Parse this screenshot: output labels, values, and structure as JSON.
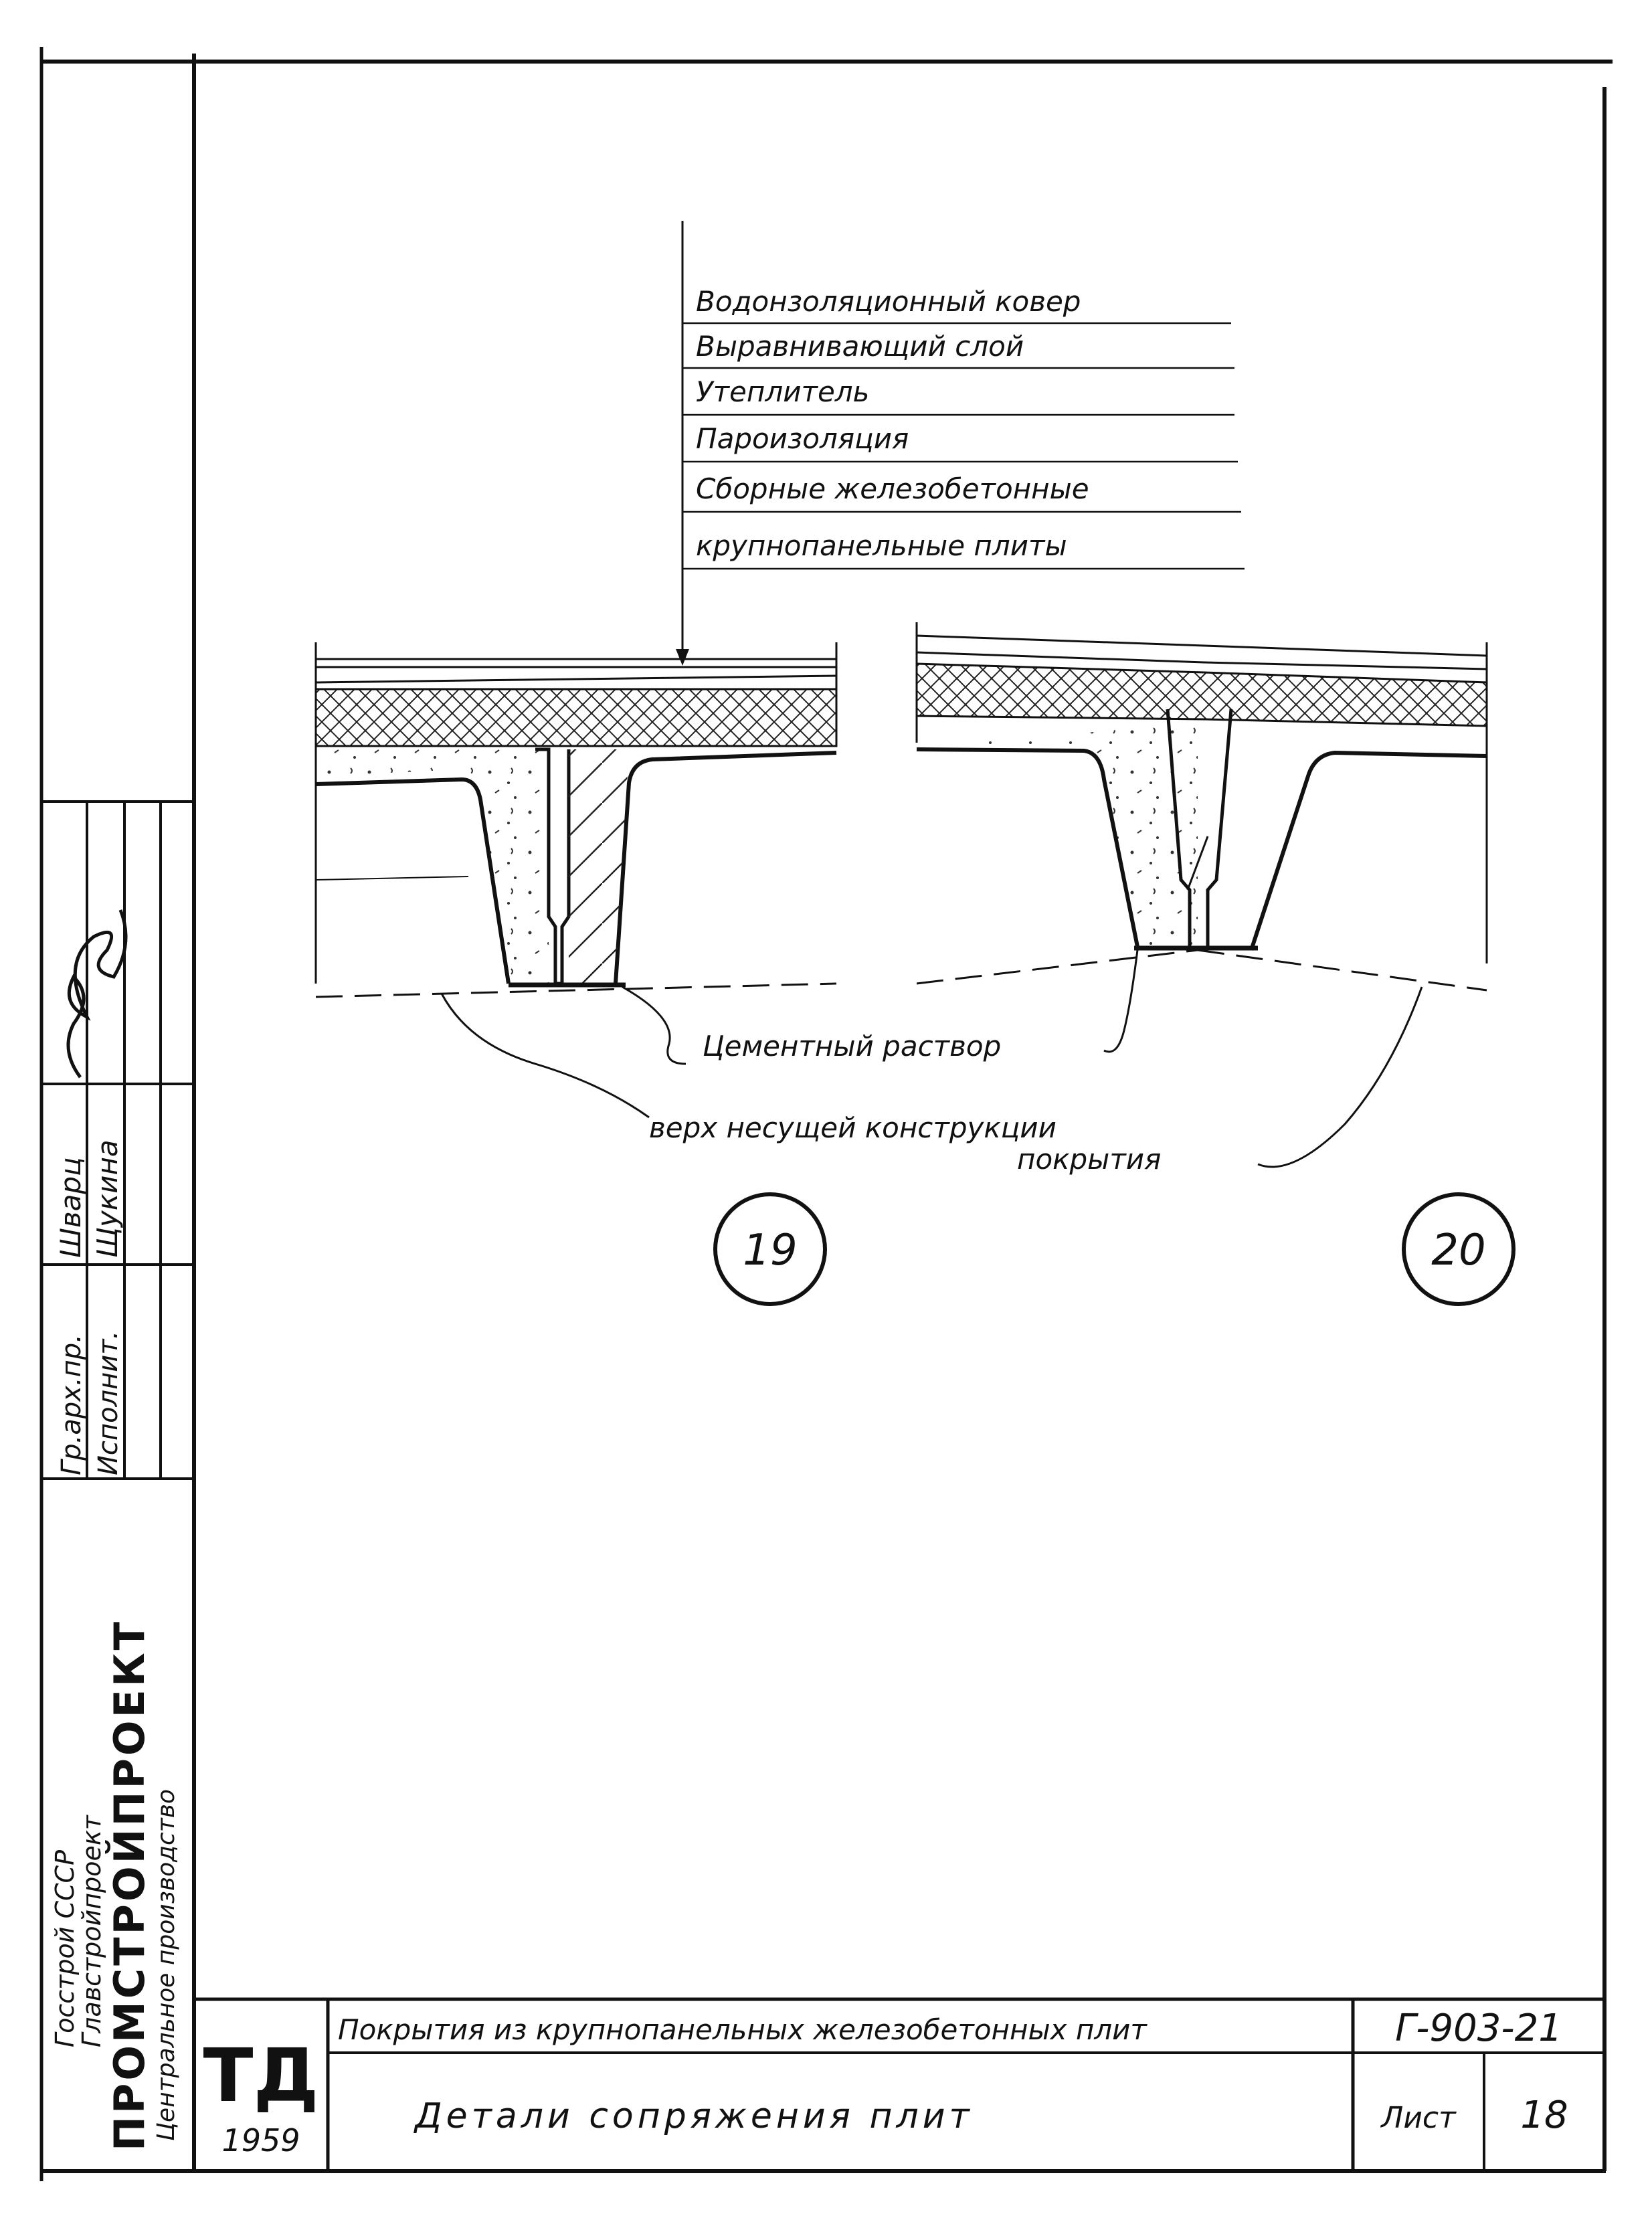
{
  "layers": [
    "Водонзоляционный ковер",
    "Выравнивающий слой",
    "Утеплитель",
    "Пароизоляция",
    "Сборные железобетонные",
    "крупнопанельные плиты"
  ],
  "labels": {
    "cement": "Цементный раствор",
    "support_top": "верх несущей конструкции",
    "support_top_2": "покрытия"
  },
  "details": [
    "19",
    "20"
  ],
  "side_stamp": {
    "line1": "Госстрой СССР",
    "line2": "Главстройпроект",
    "line3": "ПРОМСТРОЙПРОЕКТ",
    "line4": "Центральное производство"
  },
  "signatures": [
    {
      "role": "Гр.арх.пр.",
      "name": "Шварц"
    },
    {
      "role": "Исполнит.",
      "name": "Щукина"
    }
  ],
  "title_block": {
    "logo": "ТД",
    "year": "1959",
    "subject": "Покрытия из крупнопанельных железобетонных плит",
    "code": "Г-903-21",
    "title": "Детали сопряжения плит",
    "sheet_label": "Лист",
    "sheet_no": "18"
  },
  "colors": {
    "ink": "#111111",
    "paper": "#ffffff"
  }
}
